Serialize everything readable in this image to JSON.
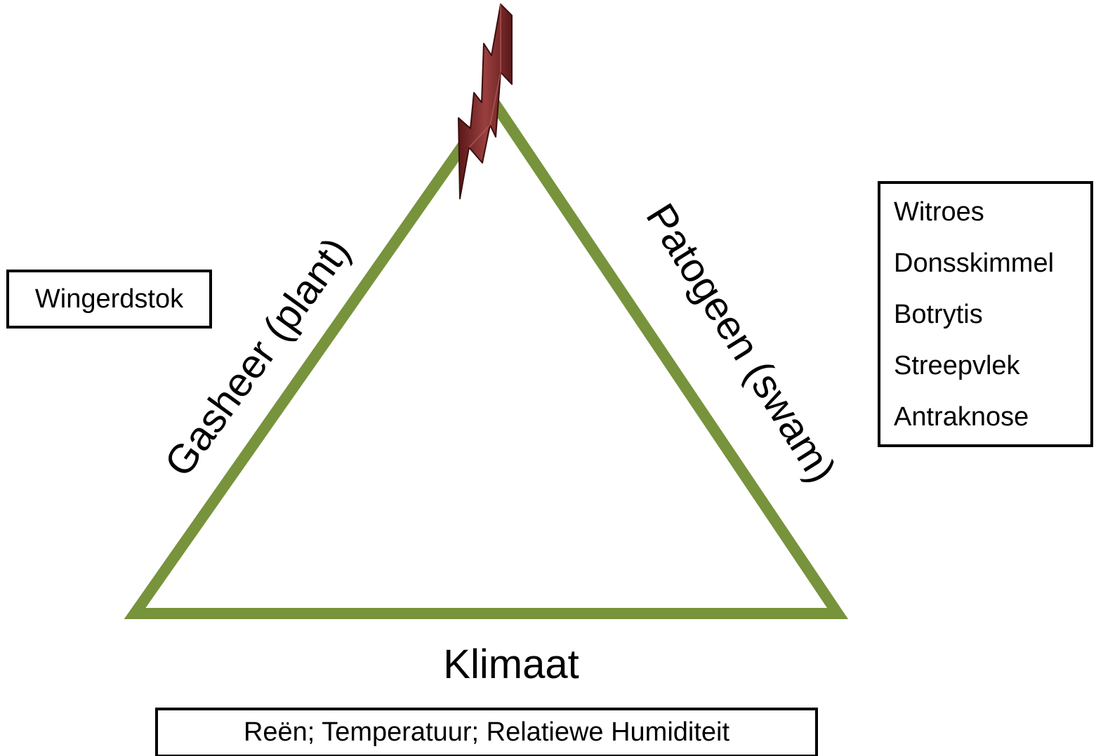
{
  "diagram": {
    "sides": {
      "host_label": "Gasheer (plant)",
      "pathogen_label": "Patogeen (swam)",
      "climate_label": "Klimaat"
    },
    "host_box": {
      "text": "Wingerdstok"
    },
    "pathogen_box": {
      "items": [
        "Witroes",
        "Donsskimmel",
        "Botrytis",
        "Streepvlek",
        "Antraknose"
      ]
    },
    "climate_box": {
      "text": "Reën; Temperatuur; Relatiewe Humiditeit"
    },
    "icons": {
      "apex": "lightning-bolt-icon"
    },
    "colors": {
      "triangle": "#77933C",
      "bolt": "#7B2C2C",
      "text": "#000000",
      "box_border": "#000000"
    }
  }
}
